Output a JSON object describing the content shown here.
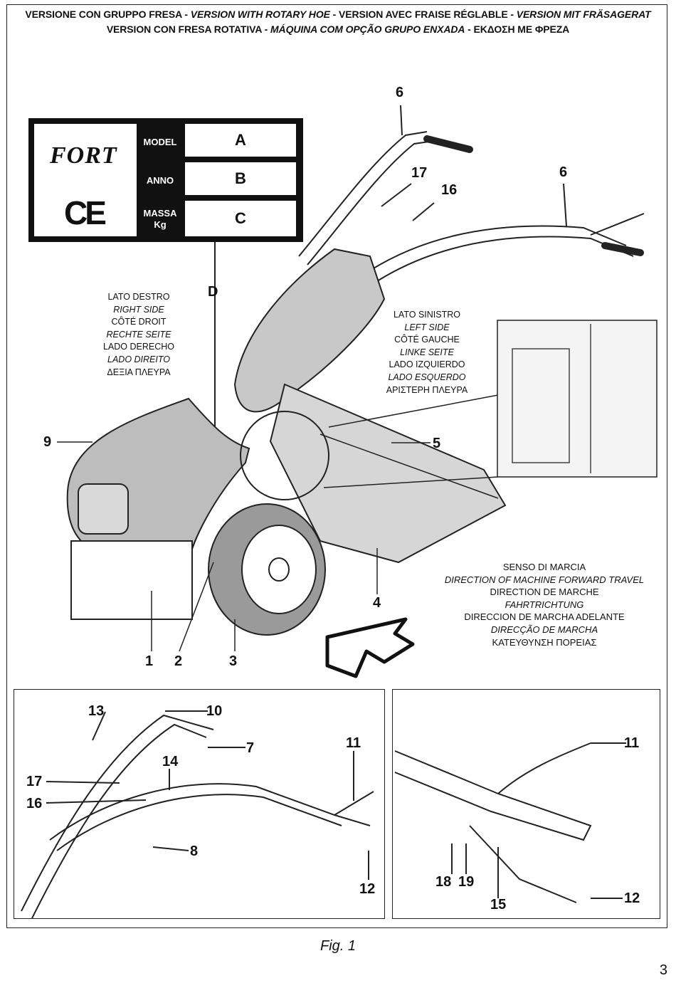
{
  "header": {
    "line1": {
      "it": "VERSIONE CON GRUPPO FRESA - ",
      "en": "VERSION WITH ROTARY HOE",
      "fr": " - VERSION AVEC FRAISE RÉGLABLE - ",
      "de": "VERSION MIT FRÄSAGERAT"
    },
    "line2": {
      "es": "VERSION CON FRESA ROTATIVA - ",
      "pt": "MÁQUINA COM OPÇÃO GRUPO ENXADA",
      "gr": " - ΕΚΔΟΣΗ ΜΕ ΦΡΕΖΑ"
    }
  },
  "plate": {
    "brand": "FORT",
    "mark": "CE",
    "rows": [
      {
        "label": "MODEL",
        "value": "A"
      },
      {
        "label": "ANNO",
        "value": "B"
      },
      {
        "label": "MASSA\nKg",
        "value": "C"
      }
    ]
  },
  "right_side": [
    "LATO DESTRO",
    "RIGHT SIDE",
    "CÔTÉ DROIT",
    "RECHTE SEITE",
    "LADO DERECHO",
    "LADO DIREITO",
    "ΔΕΞΙΑ ΠΛΕΥΡΑ"
  ],
  "left_side": [
    "LATO SINISTRO",
    "LEFT SIDE",
    "CÔTÉ GAUCHE",
    "LINKE SEITE",
    "LADO IZQUIERDO",
    "LADO ESQUERDO",
    "ΑΡΙΣΤΕΡΗ ΠΛΕΥΡΑ"
  ],
  "direction": [
    "SENSO DI MARCIA",
    "DIRECTION OF MACHINE FORWARD TRAVEL",
    "DIRECTION DE MARCHE",
    "FAHRTRICHTUNG",
    "DIRECCION DE MARCHA ADELANTE",
    "DIRECÇÃO DE MARCHA",
    "ΚΑΤΕΥΘΥΝΣΗ ΠΟΡΕΙΑΣ"
  ],
  "callouts_main": {
    "n6a": "6",
    "n6b": "6",
    "n17": "17",
    "n16": "16",
    "D": "D",
    "n9": "9",
    "n5": "5",
    "n4": "4",
    "n1": "1",
    "n2": "2",
    "n3": "3"
  },
  "callouts_left": {
    "n13": "13",
    "n10": "10",
    "n7": "7",
    "n14": "14",
    "n11": "11",
    "n17": "17",
    "n16": "16",
    "n8": "8",
    "n12": "12"
  },
  "callouts_right": {
    "n11": "11",
    "n18": "18",
    "n19": "19",
    "n15": "15",
    "n12": "12"
  },
  "caption": "Fig. 1",
  "page_number": "3"
}
